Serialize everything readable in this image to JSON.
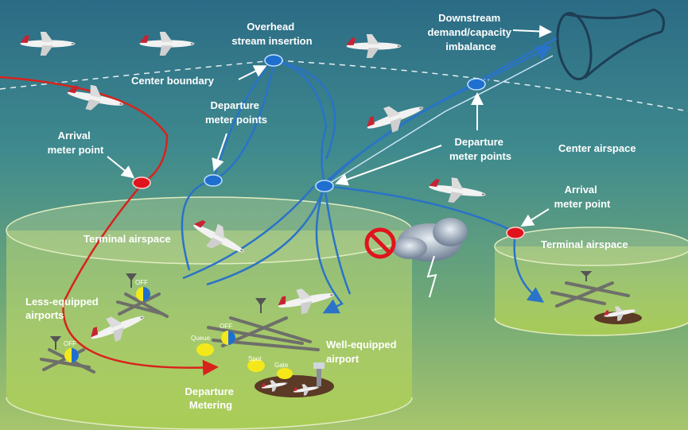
{
  "labels": {
    "overhead": [
      "Overhead",
      "stream insertion"
    ],
    "downstream": [
      "Downstream",
      "demand/capacity",
      "imbalance"
    ],
    "center_boundary": "Center boundary",
    "departure_meter_points_left": [
      "Departure",
      "meter points"
    ],
    "departure_meter_points_right": [
      "Departure",
      "meter points"
    ],
    "arrival_meter_point_left": [
      "Arrival",
      "meter point"
    ],
    "arrival_meter_point_right": [
      "Arrival",
      "meter point"
    ],
    "center_airspace": "Center airspace",
    "terminal_airspace_left": "Terminal airspace",
    "terminal_airspace_right": "Terminal airspace",
    "less_equipped": [
      "Less-equipped",
      "airports"
    ],
    "well_equipped": [
      "Well-equipped",
      "airport"
    ],
    "departure_metering": [
      "Departure",
      "Metering"
    ],
    "queue": "Queue",
    "spot": "Spot",
    "gate": "Gate",
    "off": "OFF"
  },
  "colors": {
    "sky_top": "#2c6e88",
    "sky_bottom": "#9cbf73",
    "arrival_route": "#d8231c",
    "departure_route": "#2a73c8",
    "meter_point_blue": "#1f6fd0",
    "meter_point_red": "#e0141c",
    "queue_yellow": "#f4e81a"
  },
  "icons": [
    "airplane-icon",
    "storm-cloud-icon",
    "lightning-icon",
    "no-entry-icon",
    "funnel-icon",
    "control-tower-icon",
    "antenna-icon",
    "runway-icon"
  ]
}
